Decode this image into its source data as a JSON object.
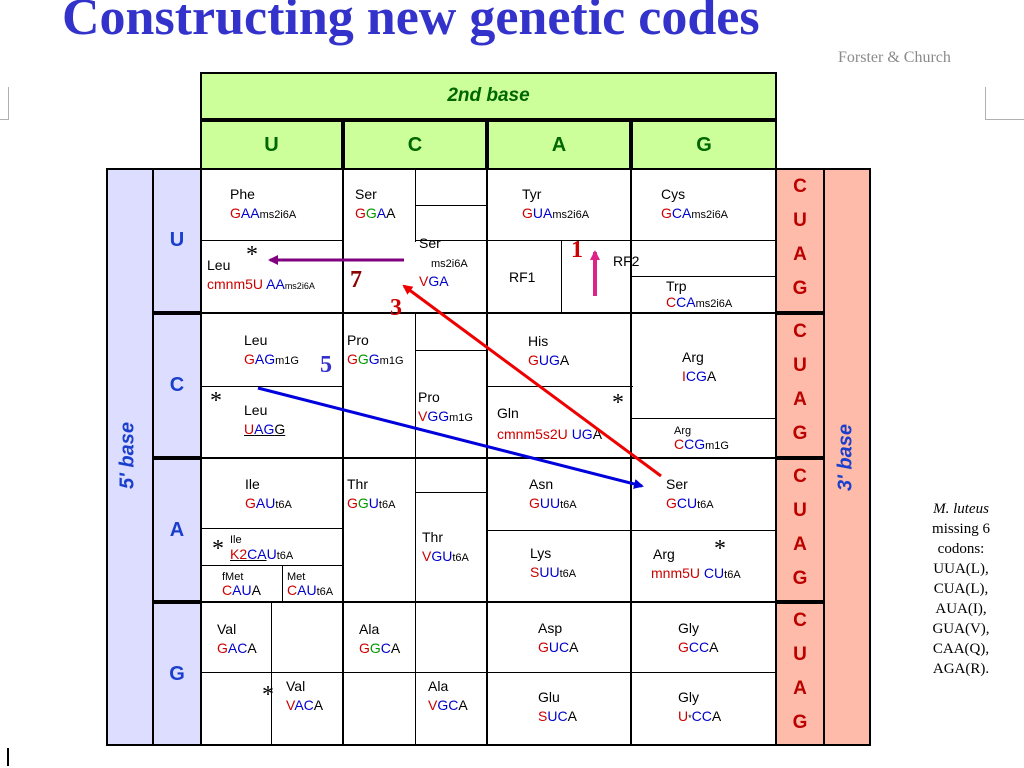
{
  "title": "Constructing new genetic codes",
  "credit": "Forster & Church",
  "header2": "2nd base",
  "second_bases": [
    "U",
    "C",
    "A",
    "G"
  ],
  "first_bases": [
    "U",
    "C",
    "A",
    "G"
  ],
  "third_bases": [
    "C",
    "U",
    "A",
    "G"
  ],
  "label5": "5' base",
  "label3": "3' base",
  "note": {
    "italic": "M. luteus",
    "lines": [
      "missing 6",
      "codons:",
      "UUA(L),",
      "CUA(L),",
      "AUA(I),",
      "GUA(V),",
      "CAA(Q),",
      "AGA(R)."
    ]
  },
  "markers": {
    "n1": "1",
    "n3": "3",
    "n5": "5",
    "n7": "7",
    "star": "*"
  },
  "arrow_colors": {
    "purple": "#800080",
    "red": "#ee0000",
    "blue": "#0000dd",
    "pink": "#dd2288"
  }
}
